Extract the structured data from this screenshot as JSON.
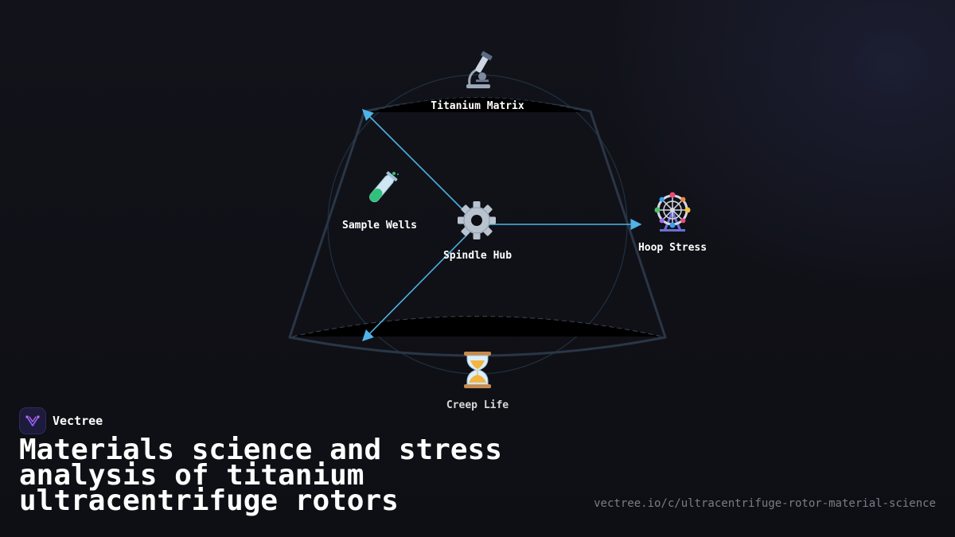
{
  "diagram": {
    "nodes": {
      "top": {
        "label": "Titanium Matrix",
        "icon": "microscope-icon"
      },
      "left": {
        "label": "Sample Wells",
        "icon": "test-tube-icon"
      },
      "center": {
        "label": "Spindle Hub",
        "icon": "gear-icon"
      },
      "right": {
        "label": "Hoop Stress",
        "icon": "ferris-wheel-icon"
      },
      "bottom": {
        "label": "Creep Life",
        "icon": "hourglass-icon"
      }
    },
    "edges": [
      {
        "from": "Spindle Hub",
        "to": "Titanium Matrix"
      },
      {
        "from": "Spindle Hub",
        "to": "Hoop Stress"
      },
      {
        "from": "Spindle Hub",
        "to": "Creep Life"
      }
    ],
    "colors": {
      "arrow": "#4fb3e8",
      "rotor_outline": "#2a3646",
      "circle": "#1f3140",
      "background": "#0e0f14"
    }
  },
  "brand": {
    "name": "Vectree",
    "logo_icon": "vectree-logo-icon",
    "accent": "#8a5cf6"
  },
  "title": "Materials science and stress analysis of titanium ultracentrifuge rotors",
  "url": "vectree.io/c/ultracentrifuge-rotor-material-science"
}
